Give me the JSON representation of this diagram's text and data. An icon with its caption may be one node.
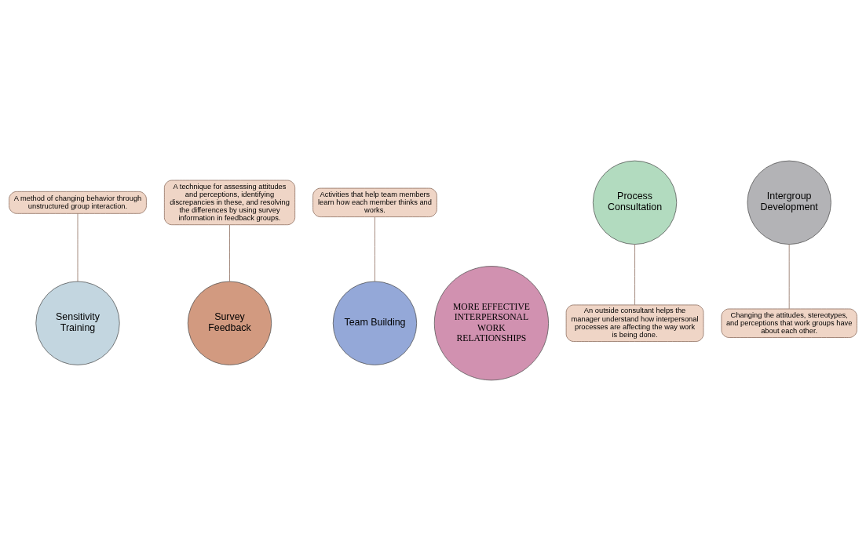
{
  "diagram": {
    "nodes": [
      {
        "text": [
          "A method of changing behavior through unstructured group interaction."
        ]
      },
      {
        "text": [
          "Sensitivity Training"
        ]
      },
      {
        "text": [
          "A technique for assessing attitudes and perceptions, identifying discrepancies in these, and resolving the differences by using survey information in feedback groups."
        ]
      },
      {
        "text": [
          "Activities that help team members learn how each member thinks and works."
        ]
      },
      {
        "text": [
          "Survey Feedback"
        ]
      },
      {
        "text": [
          "MORE EFFECTIVE INTERPERSONAL WORK RELATIONSHIPS"
        ]
      },
      {
        "text": [
          "Team Building"
        ]
      },
      {
        "text": [
          "Process Consultation"
        ]
      },
      {
        "text": [
          "Intergroup Development"
        ]
      },
      {
        "text": [
          "An outside consultant helps the manager understand how interpersonal processes are affecting the way work is being done."
        ]
      },
      {
        "text": [
          "Changing the attitudes, stereotypes, and perceptions that work groups have about each other."
        ]
      }
    ],
    "edges": [
      {
        "from": 0,
        "to": 1,
        "arrow": "none"
      },
      {
        "from": 2,
        "to": 4,
        "arrow": "none"
      },
      {
        "from": 3,
        "to": 6,
        "arrow": "none"
      },
      {
        "from": 7,
        "to": 9,
        "arrow": "none"
      },
      {
        "from": 8,
        "to": 10,
        "arrow": "none"
      }
    ]
  }
}
